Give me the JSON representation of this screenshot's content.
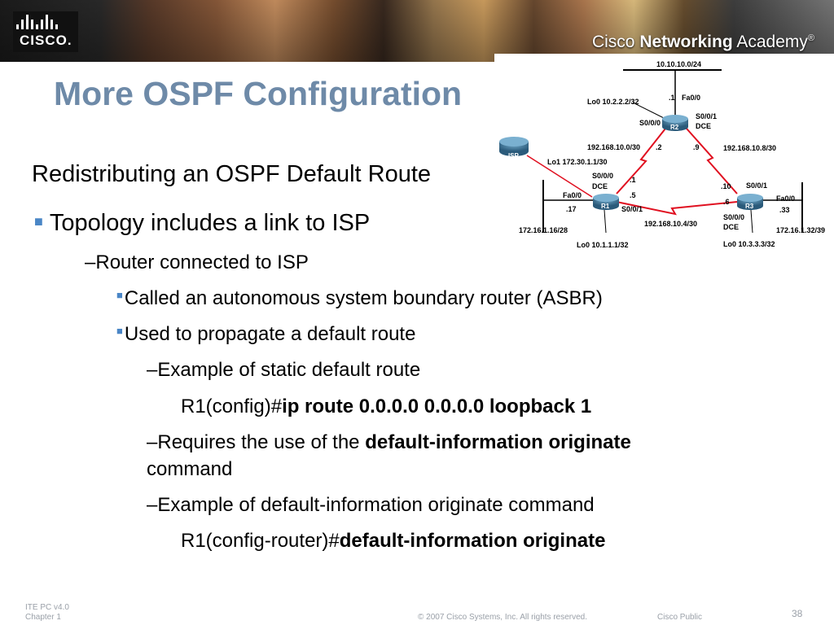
{
  "banner": {
    "logo_text": "CISCO.",
    "academy_prefix": "Cisco ",
    "academy_bold": "Networking",
    "academy_suffix": " Academy",
    "academy_mark": "®"
  },
  "slide": {
    "title": "More OSPF Configuration",
    "subtitle": "Redistributing an OSPF Default Route",
    "bullet": "Topology includes a link to ISP",
    "l2_router": "Router connected to ISP",
    "l3_asbr": "Called an autonomous system boundary router (ASBR)",
    "l3_propagate": "Used to propagate a default route",
    "l4_example_static": "Example of static default route",
    "code1_prefix": "R1(config)#",
    "code1_cmd": "ip route 0.0.0.0 0.0.0.0 loopback 1",
    "l4_requires_prefix": "Requires the use of the ",
    "l4_requires_bold": "default-information originate",
    "l4_requires_cont": "command",
    "l4_example_dio": "Example of default-information originate command",
    "code2_prefix": "R1(config-router)#",
    "code2_cmd": "default-information originate",
    "dash": "–"
  },
  "topology": {
    "r2_lan": "10.10.10.0/24",
    "r2_lo": "Lo0 10.2.2.2/32",
    "r2_fa_ip": ".1",
    "r2_fa": "Fa0/0",
    "r2_s000": "S0/0/0",
    "r2_s001": "S0/0/1",
    "r2_dce": "DCE",
    "r2_name": "R2",
    "net_r1r2": "192.168.10.0/30",
    "r2_ip_left": ".2",
    "r2_ip_right": ".9",
    "net_r2r3": "192.168.10.8/30",
    "isp_name": "ISP",
    "r1_lo1": "Lo1 172.30.1.1/30",
    "r1_s000": "S0/0/0",
    "r1_dce": "DCE",
    "r1_ip_up": ".1",
    "r1_ip_right": ".5",
    "r1_fa": "Fa0/0",
    "r1_name": "R1",
    "r1_s001": "S0/0/1",
    "r1_fa_ip": ".17",
    "net_r1_lan": "172.16.1.16/28",
    "r1_lo0": "Lo0 10.1.1.1/32",
    "r3_ip_up": ".10",
    "r3_s001": "S0/0/1",
    "r3_fa": "Fa0/0",
    "r3_name": "R3",
    "r3_ip_left": ".6",
    "r3_fa_ip": ".33",
    "net_r1r3": "192.168.10.4/30",
    "r3_s000": "S0/0/0",
    "r3_dce": "DCE",
    "net_r3_lan": "172.16.1.32/39",
    "r3_lo0": "Lo0 10.3.3.3/32"
  },
  "footer": {
    "course": "ITE PC v4.0",
    "chapter": "Chapter 1",
    "copyright": "© 2007 Cisco Systems, Inc. All rights reserved.",
    "classification": "Cisco Public",
    "page": "38"
  },
  "colors": {
    "title": "#6e8aa8",
    "bullet_square": "#4a86c6",
    "serial_link": "#e01020",
    "router": "#3a6a8a"
  },
  "icons": [
    "cisco-logo-icon",
    "router-icon",
    "serial-link-icon"
  ]
}
